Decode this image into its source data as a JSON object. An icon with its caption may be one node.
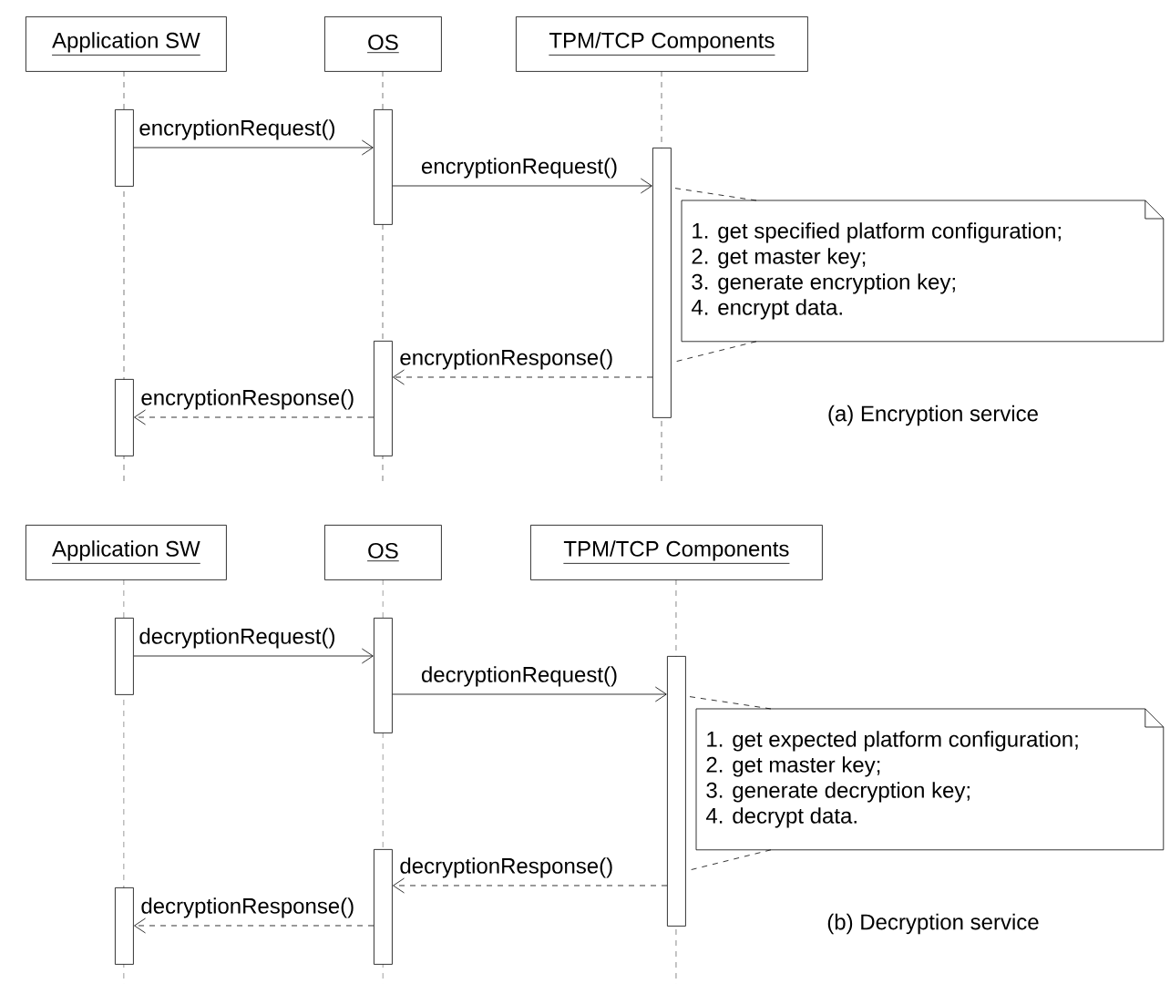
{
  "diagram": {
    "nodes": [
      {
        "text": [
          "Application SW"
        ]
      },
      {
        "text": [
          "OS"
        ]
      },
      {
        "text": [
          "TPM/TCP Components"
        ]
      },
      {
        "text": [],
        "shape": "bar"
      },
      {
        "text": [],
        "shape": "bar"
      },
      {
        "text": [],
        "shape": "bar"
      },
      {
        "text": [
          "1. get specified platform configuration;",
          "2. get master key;",
          "3. generate encryption key;",
          "4. encrypt data."
        ]
      },
      {
        "text": [],
        "shape": "bar"
      },
      {
        "text": [],
        "shape": "bar"
      },
      {
        "text": [
          "Application SW"
        ]
      },
      {
        "text": [
          "OS"
        ]
      },
      {
        "text": [
          "TPM/TCP Components"
        ]
      },
      {
        "text": [],
        "shape": "bar"
      },
      {
        "text": [],
        "shape": "bar"
      },
      {
        "text": [],
        "shape": "bar"
      },
      {
        "text": [
          "1. get expected platform configuration;",
          "2. get master key;",
          "3. generate decryption key;",
          "4. decrypt data."
        ]
      },
      {
        "text": [],
        "shape": "bar"
      },
      {
        "text": [],
        "shape": "bar"
      }
    ],
    "edges": [
      {
        "from": 3,
        "to": 4,
        "arrow": "to",
        "label": "encryptionRequest()"
      },
      {
        "from": 4,
        "to": 5,
        "arrow": "to",
        "label": "encryptionRequest()"
      },
      {
        "from": 6,
        "to": 5,
        "arrow": "none",
        "style": "dashed"
      },
      {
        "from": 5,
        "to": 7,
        "arrow": "to",
        "style": "dashed",
        "label": "encryptionResponse()"
      },
      {
        "from": 7,
        "to": 8,
        "arrow": "to",
        "style": "dashed",
        "label": "encryptionResponse()"
      },
      {
        "from": 12,
        "to": 13,
        "arrow": "to",
        "label": "decryptionRequest()"
      },
      {
        "from": 13,
        "to": 14,
        "arrow": "to",
        "label": "decryptionRequest()"
      },
      {
        "from": 15,
        "to": 14,
        "arrow": "none",
        "style": "dashed"
      },
      {
        "from": 14,
        "to": 16,
        "arrow": "to",
        "style": "dashed",
        "label": "decryptionResponse()"
      },
      {
        "from": 16,
        "to": 17,
        "arrow": "to",
        "style": "dashed",
        "label": "decryptionResponse()"
      }
    ],
    "labels": [
      "(a) Encryption service",
      "(b) Decryption service"
    ]
  }
}
